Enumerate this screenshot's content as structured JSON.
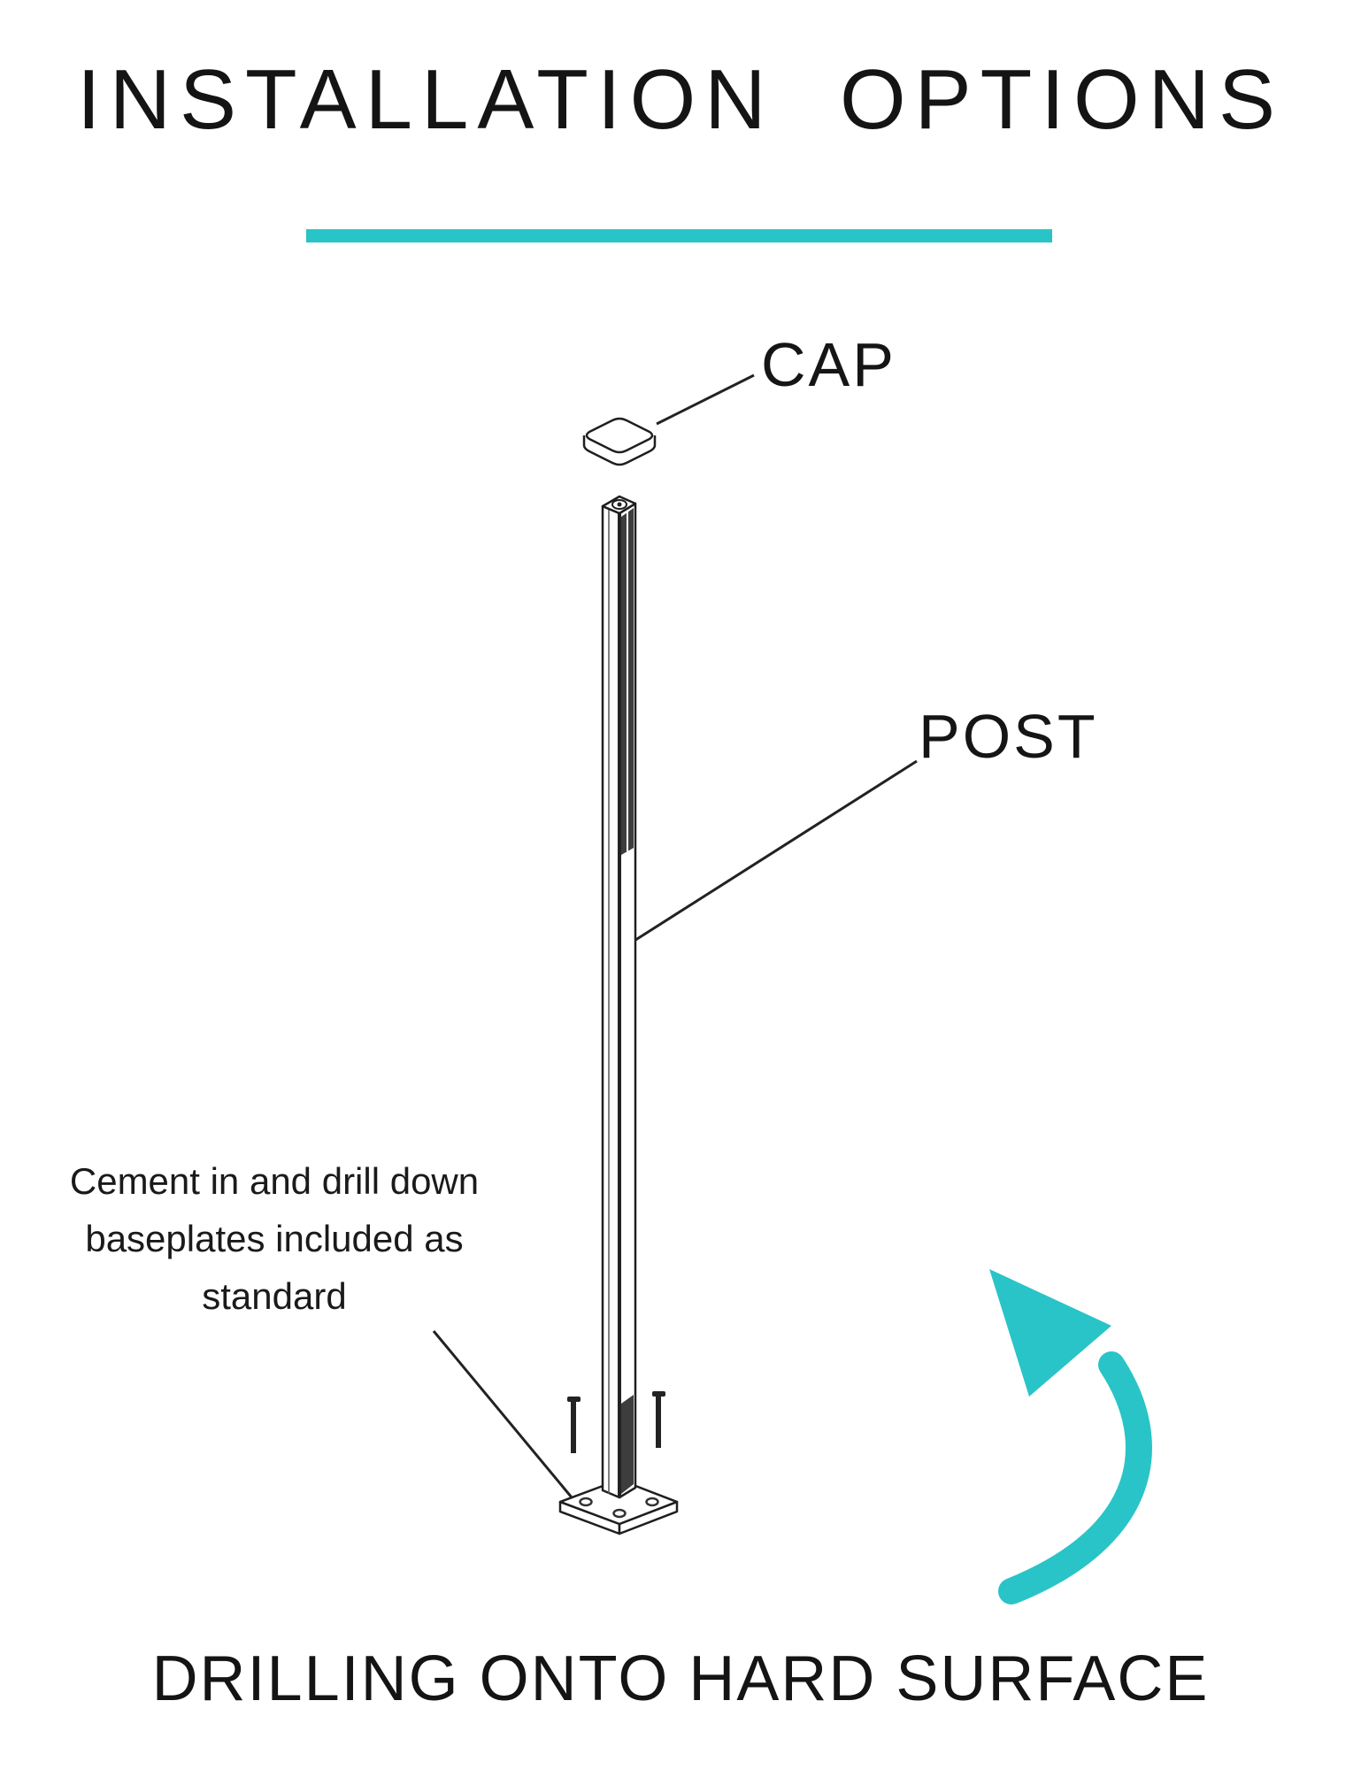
{
  "title": "INSTALLATION  OPTIONS",
  "labels": {
    "cap": "CAP",
    "post": "POST"
  },
  "annotation": {
    "line1": "Cement in and drill down",
    "line2": "baseplates included as",
    "line3": "standard"
  },
  "caption": {
    "text": "DRILLING ONTO HARD SURFACE"
  },
  "colors": {
    "accent": "#29C4C7",
    "ink": "#141414"
  },
  "icons": {
    "arrow": "curved-up-arrow-icon"
  }
}
